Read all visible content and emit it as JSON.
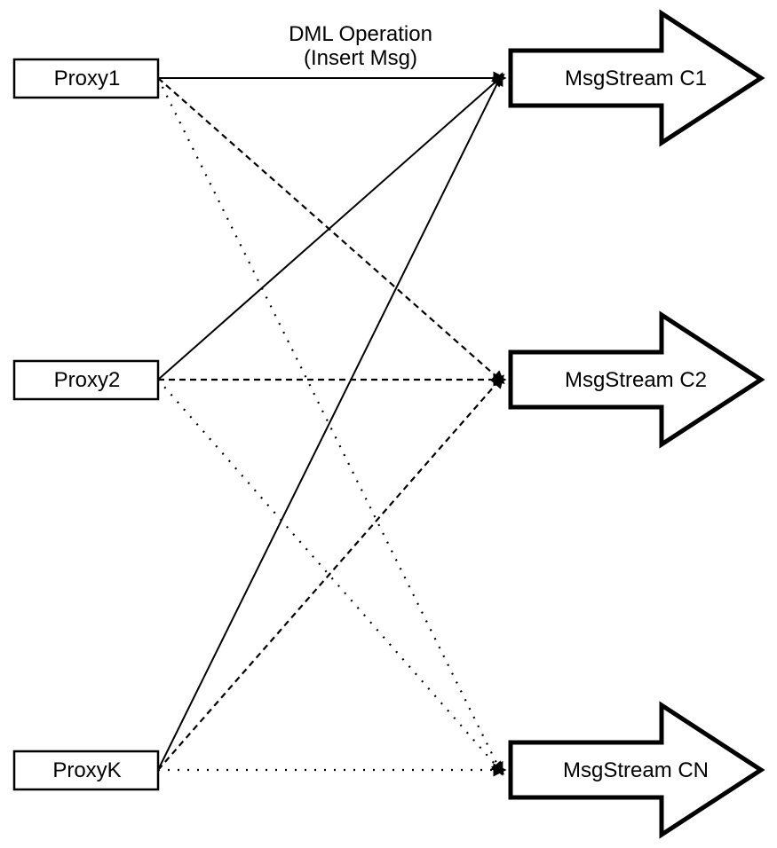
{
  "diagram": {
    "annotation": {
      "line1": "DML Operation",
      "line2": "(Insert Msg)"
    },
    "proxies": [
      {
        "id": "proxy1",
        "label": "Proxy1"
      },
      {
        "id": "proxy2",
        "label": "Proxy2"
      },
      {
        "id": "proxyk",
        "label": "ProxyK"
      }
    ],
    "streams": [
      {
        "id": "c1",
        "label": "MsgStream C1",
        "incoming_line_style": "solid"
      },
      {
        "id": "c2",
        "label": "MsgStream C2",
        "incoming_line_style": "dashed"
      },
      {
        "id": "cn",
        "label": "MsgStream CN",
        "incoming_line_style": "dotted"
      }
    ],
    "edges": [
      {
        "from": "proxy1",
        "to": "c1",
        "style": "solid"
      },
      {
        "from": "proxy2",
        "to": "c1",
        "style": "solid"
      },
      {
        "from": "proxyk",
        "to": "c1",
        "style": "solid"
      },
      {
        "from": "proxy1",
        "to": "c2",
        "style": "dashed"
      },
      {
        "from": "proxy2",
        "to": "c2",
        "style": "dashed"
      },
      {
        "from": "proxyk",
        "to": "c2",
        "style": "dashed"
      },
      {
        "from": "proxy1",
        "to": "cn",
        "style": "dotted"
      },
      {
        "from": "proxy2",
        "to": "cn",
        "style": "dotted"
      },
      {
        "from": "proxyk",
        "to": "cn",
        "style": "dotted"
      }
    ],
    "colors": {
      "ink": "#000000",
      "background": "#ffffff"
    }
  }
}
